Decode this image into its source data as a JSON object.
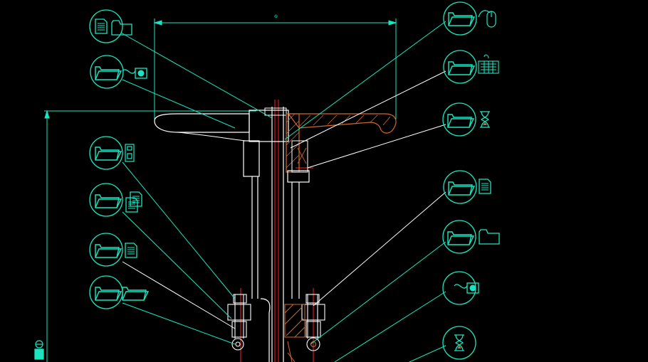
{
  "drawing": {
    "background": "#000000",
    "line_colors": {
      "annotation": "#19e6c0",
      "part_outline": "#ffffff",
      "centerline": "#ff2020",
      "section_hatch": "#d26a2a",
      "dimension": "#19e6c0"
    },
    "top_dimension_text": "ℴ",
    "callouts": [
      {
        "id": "left-1",
        "icon": "document-folder-icon"
      },
      {
        "id": "left-2",
        "icon": "folder-camera-icon"
      },
      {
        "id": "left-3",
        "icon": "folder-floppy-icon"
      },
      {
        "id": "left-4",
        "icon": "folder-documents-icon"
      },
      {
        "id": "left-5",
        "icon": "folder-document-icon"
      },
      {
        "id": "left-6",
        "icon": "folder-folder-icon"
      },
      {
        "id": "right-1",
        "icon": "folder-mouse-icon"
      },
      {
        "id": "right-2",
        "icon": "folder-keyboard-icon"
      },
      {
        "id": "right-3",
        "icon": "folder-hourglass-icon"
      },
      {
        "id": "right-4",
        "icon": "folder-document-icon"
      },
      {
        "id": "right-5",
        "icon": "folder-folder-icon"
      },
      {
        "id": "right-6",
        "icon": "camera-icon"
      },
      {
        "id": "right-7",
        "icon": "hourglass-icon"
      }
    ],
    "side_marker_icon": "person-marker-icon"
  }
}
